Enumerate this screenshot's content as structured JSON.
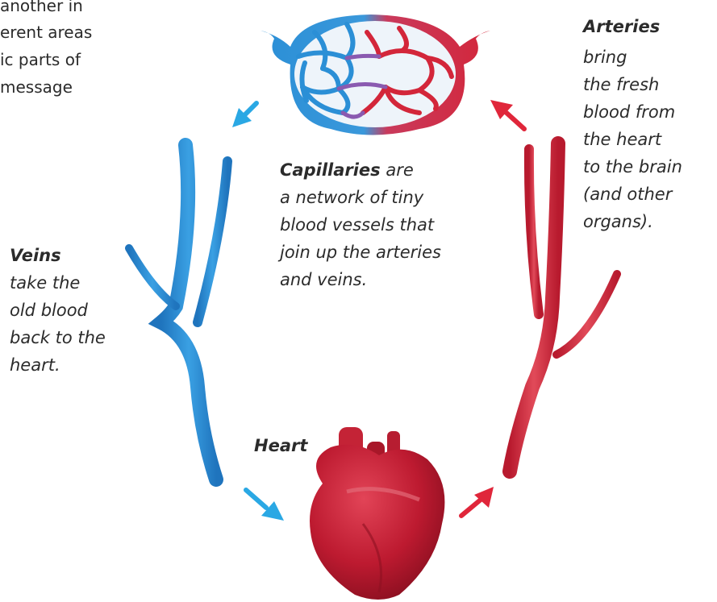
{
  "intro_fragment": [
    "another in",
    "erent areas",
    "ic parts of",
    "message"
  ],
  "arteries": {
    "title": "Arteries",
    "body": [
      "bring",
      "the fresh",
      "blood from",
      "the heart",
      "to the brain",
      "(and other",
      "organs)."
    ]
  },
  "capillaries": {
    "title": "Capillaries",
    "title_suffix": " are",
    "body": [
      "a network of tiny",
      "blood vessels that",
      "join up the arteries",
      "and veins."
    ]
  },
  "veins": {
    "title": "Veins",
    "body": [
      "take the",
      "old blood",
      "back to the",
      "heart."
    ]
  },
  "heart": {
    "title": "Heart"
  },
  "colors": {
    "vein_blue": "#2b8fd6",
    "artery_red": "#d3263a",
    "heart_red": "#c0182d",
    "arrow_blue": "#2aa8e4",
    "arrow_red": "#e0263a"
  },
  "icons": [
    "capillary-network-icon",
    "vein-icon",
    "artery-icon",
    "heart-icon",
    "arrow-icon"
  ]
}
